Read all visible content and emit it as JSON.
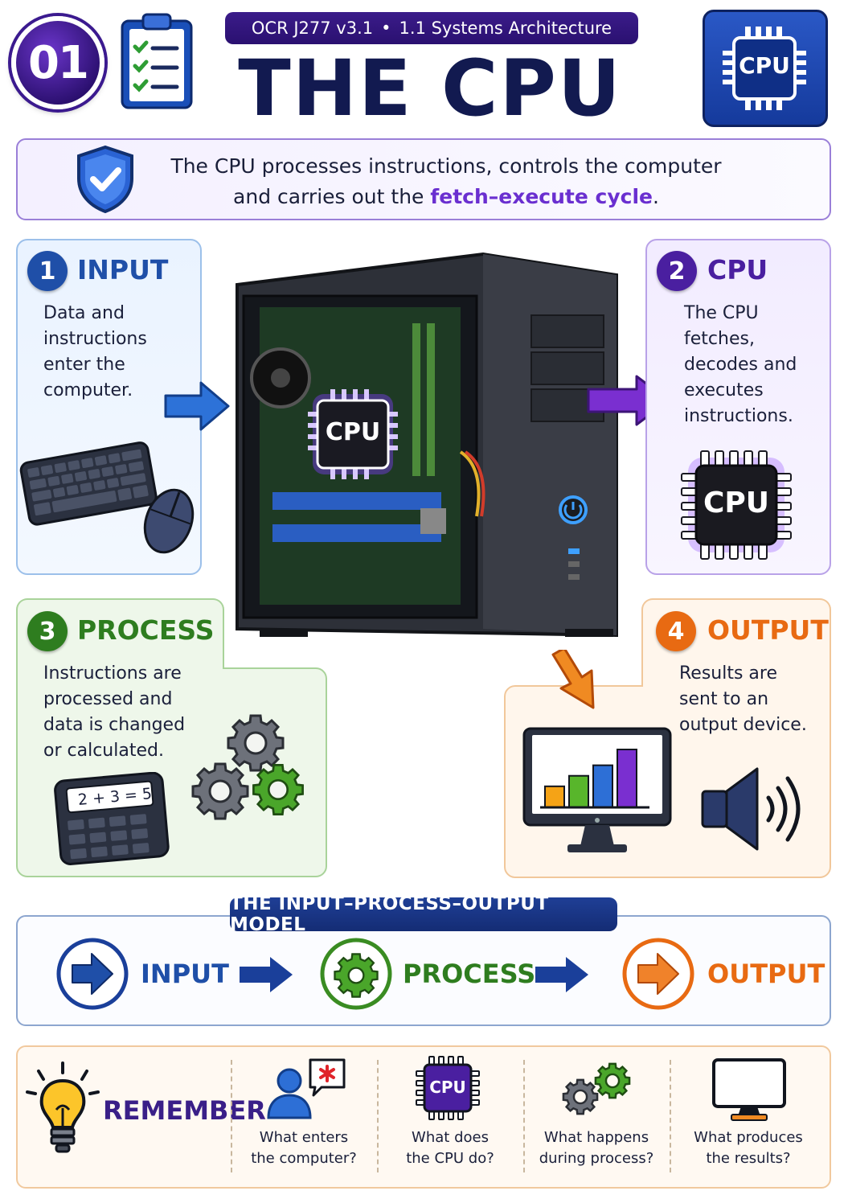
{
  "header": {
    "unit_number": "01",
    "spec_code": "OCR J277 v3.1",
    "spec_separator": "•",
    "spec_topic": "1.1 Systems Architecture",
    "title": "THE CPU",
    "tile_chip_label": "CPU"
  },
  "definition": {
    "line1": "The CPU processes instructions, controls the computer",
    "line2_prefix": "and carries out the ",
    "line2_highlight": "fetch–execute cycle",
    "line2_suffix": "."
  },
  "tower": {
    "chip_label": "CPU"
  },
  "steps": [
    {
      "number": "1",
      "title": "INPUT",
      "lines": [
        "Data and",
        "instructions",
        "enter the",
        "computer."
      ],
      "color": "#1f4fa8"
    },
    {
      "number": "2",
      "title": "CPU",
      "lines": [
        "The CPU",
        "fetches,",
        "decodes and",
        "executes",
        "instructions."
      ],
      "chip_label": "CPU",
      "color": "#4a1fa0"
    },
    {
      "number": "3",
      "title": "PROCESS",
      "lines": [
        "Instructions are",
        "processed and",
        "data is changed",
        "or calculated."
      ],
      "calculator_display": "2 + 3 = 5",
      "color": "#2e7d1f"
    },
    {
      "number": "4",
      "title": "OUTPUT",
      "lines": [
        "Results are",
        "sent to an",
        "output device."
      ],
      "color": "#e86a12"
    }
  ],
  "ipo_model": {
    "banner": "THE INPUT–PROCESS–OUTPUT MODEL",
    "items": [
      {
        "label": "INPUT",
        "icon": "arrow-right-icon",
        "color": "#1f4fa8"
      },
      {
        "label": "PROCESS",
        "icon": "gear-icon",
        "color": "#2e7d1f"
      },
      {
        "label": "OUTPUT",
        "icon": "arrow-right-icon",
        "color": "#e86a12"
      }
    ]
  },
  "remember": {
    "title": "REMEMBER",
    "chip_label": "CPU",
    "questions": [
      {
        "line1": "What enters",
        "line2": "the computer?",
        "icon": "user-speech-icon"
      },
      {
        "line1": "What does",
        "line2": "the CPU do?",
        "icon": "cpu-chip-icon"
      },
      {
        "line1": "What happens",
        "line2": "during process?",
        "icon": "gears-icon"
      },
      {
        "line1": "What produces",
        "line2": "the results?",
        "icon": "monitor-icon"
      }
    ]
  },
  "output_chart": {
    "type": "bar",
    "values": [
      2,
      3,
      4,
      5.5
    ],
    "colors": [
      "#f5a316",
      "#58b62b",
      "#2d6fd6",
      "#7a2fd0"
    ]
  }
}
